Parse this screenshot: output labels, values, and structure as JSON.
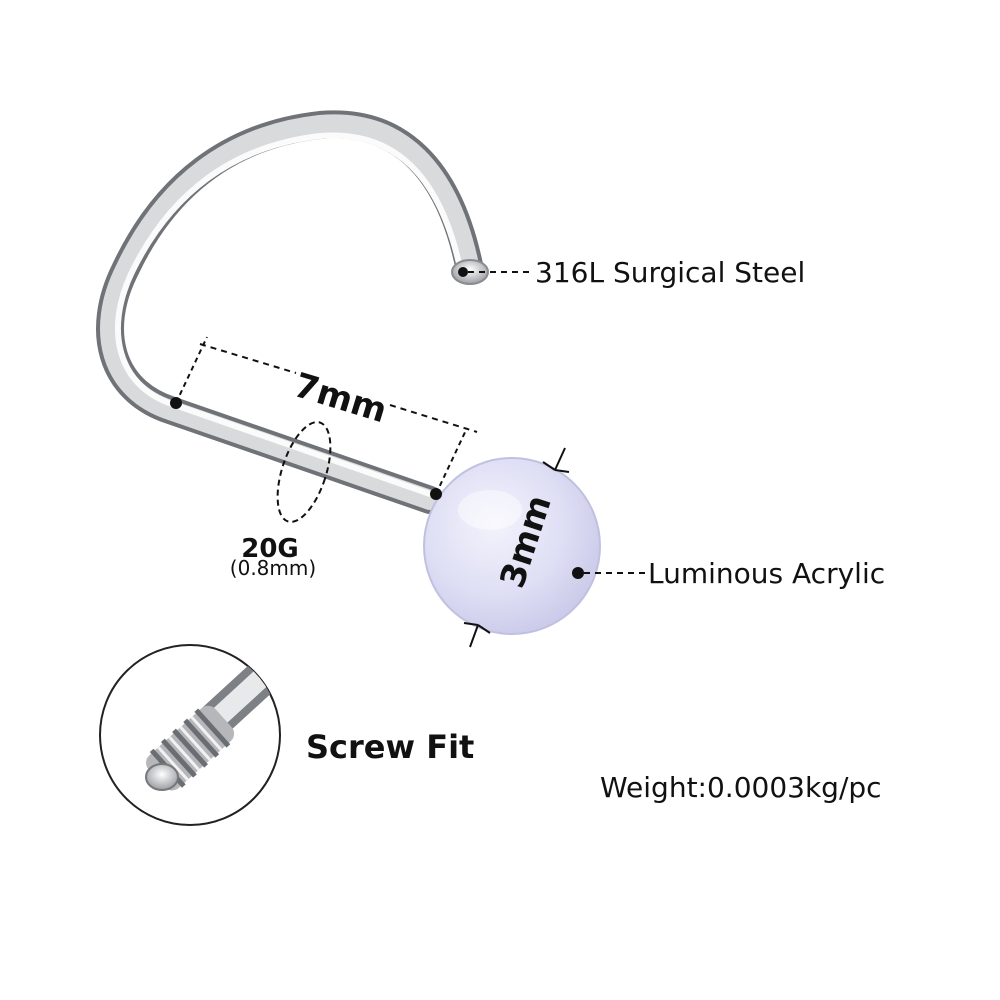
{
  "labels": {
    "material": "316L Surgical Steel",
    "length": "7mm",
    "gauge": "20G",
    "gauge_mm": "(0.8mm)",
    "ball_size": "3mm",
    "ball_material": "Luminous Acrylic",
    "fit": "Screw Fit",
    "weight": "Weight:0.0003kg/pc"
  },
  "colors": {
    "steel_dark": "#8a8c90",
    "steel_light": "#f4f4f5",
    "acrylic": "#dcdcf4",
    "text": "#111111"
  },
  "icons": [
    "nose-screw-stud",
    "threaded-tip-detail"
  ]
}
